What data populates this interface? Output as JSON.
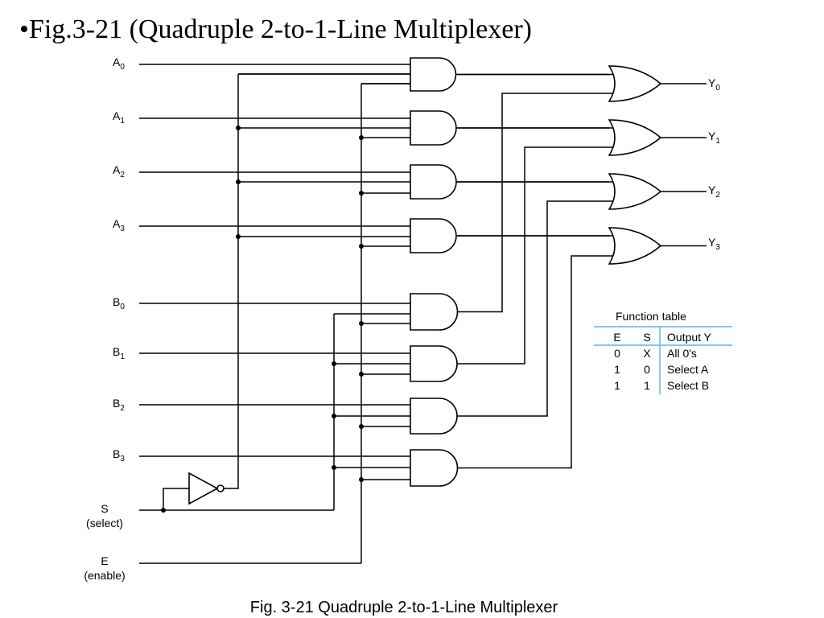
{
  "slide": {
    "title": "•Fig.3-21 (Quadruple 2-to-1-Line Multiplexer)"
  },
  "inputs": {
    "a": [
      {
        "name": "A",
        "sub": "0"
      },
      {
        "name": "A",
        "sub": "1"
      },
      {
        "name": "A",
        "sub": "2"
      },
      {
        "name": "A",
        "sub": "3"
      }
    ],
    "b": [
      {
        "name": "B",
        "sub": "0"
      },
      {
        "name": "B",
        "sub": "1"
      },
      {
        "name": "B",
        "sub": "2"
      },
      {
        "name": "B",
        "sub": "3"
      }
    ],
    "select": {
      "name": "S",
      "desc": "(select)"
    },
    "enable": {
      "name": "E",
      "desc": "(enable)"
    }
  },
  "outputs": [
    {
      "name": "Y",
      "sub": "0"
    },
    {
      "name": "Y",
      "sub": "1"
    },
    {
      "name": "Y",
      "sub": "2"
    },
    {
      "name": "Y",
      "sub": "3"
    }
  ],
  "function_table": {
    "title": "Function table",
    "headers": [
      "E",
      "S",
      "Output Y"
    ],
    "rows": [
      [
        "0",
        "X",
        "All 0's"
      ],
      [
        "1",
        "0",
        "Select A"
      ],
      [
        "1",
        "1",
        "Select B"
      ]
    ]
  },
  "caption": "Fig. 3-21  Quadruple 2-to-1-Line Multiplexer"
}
